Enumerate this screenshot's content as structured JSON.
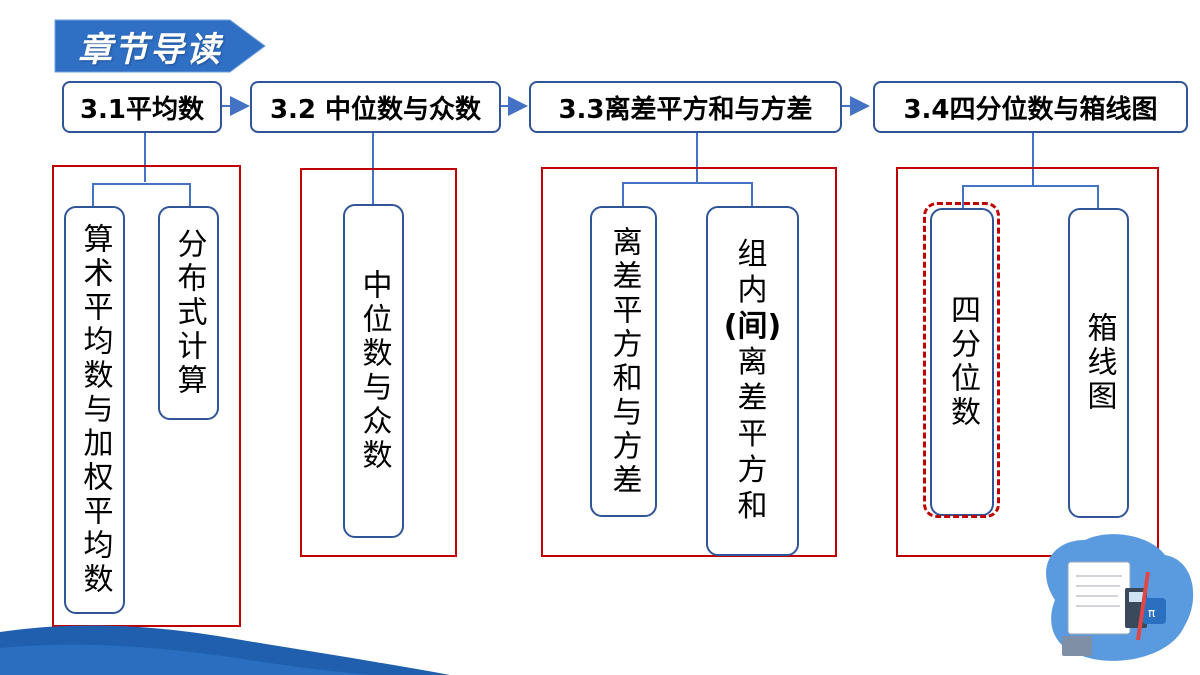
{
  "header": {
    "title": "章节导读"
  },
  "sections": [
    {
      "label": "3.1平均数",
      "topics": [
        "算术平均数与加权平均数",
        "分布式计算"
      ]
    },
    {
      "label": "3.2 中位数与众数",
      "topics": [
        "中位数与众数"
      ]
    },
    {
      "label": "3.3离差平方和与方差",
      "topics": [
        "离差平方和与方差",
        "组内(间)离差平方和"
      ]
    },
    {
      "label": "3.4四分位数与箱线图",
      "topics": [
        "四分位数",
        "箱线图"
      ]
    }
  ],
  "topic_multiline": {
    "group_deviation": [
      "组",
      "内",
      "(间)",
      "离",
      "差",
      "平",
      "方",
      "和"
    ]
  },
  "colors": {
    "banner_blue": "#2f6fc4",
    "box_border": "#2f5597",
    "group_border": "#c00000",
    "connector": "#4472c4",
    "wave_blue": "#1f5fae"
  }
}
